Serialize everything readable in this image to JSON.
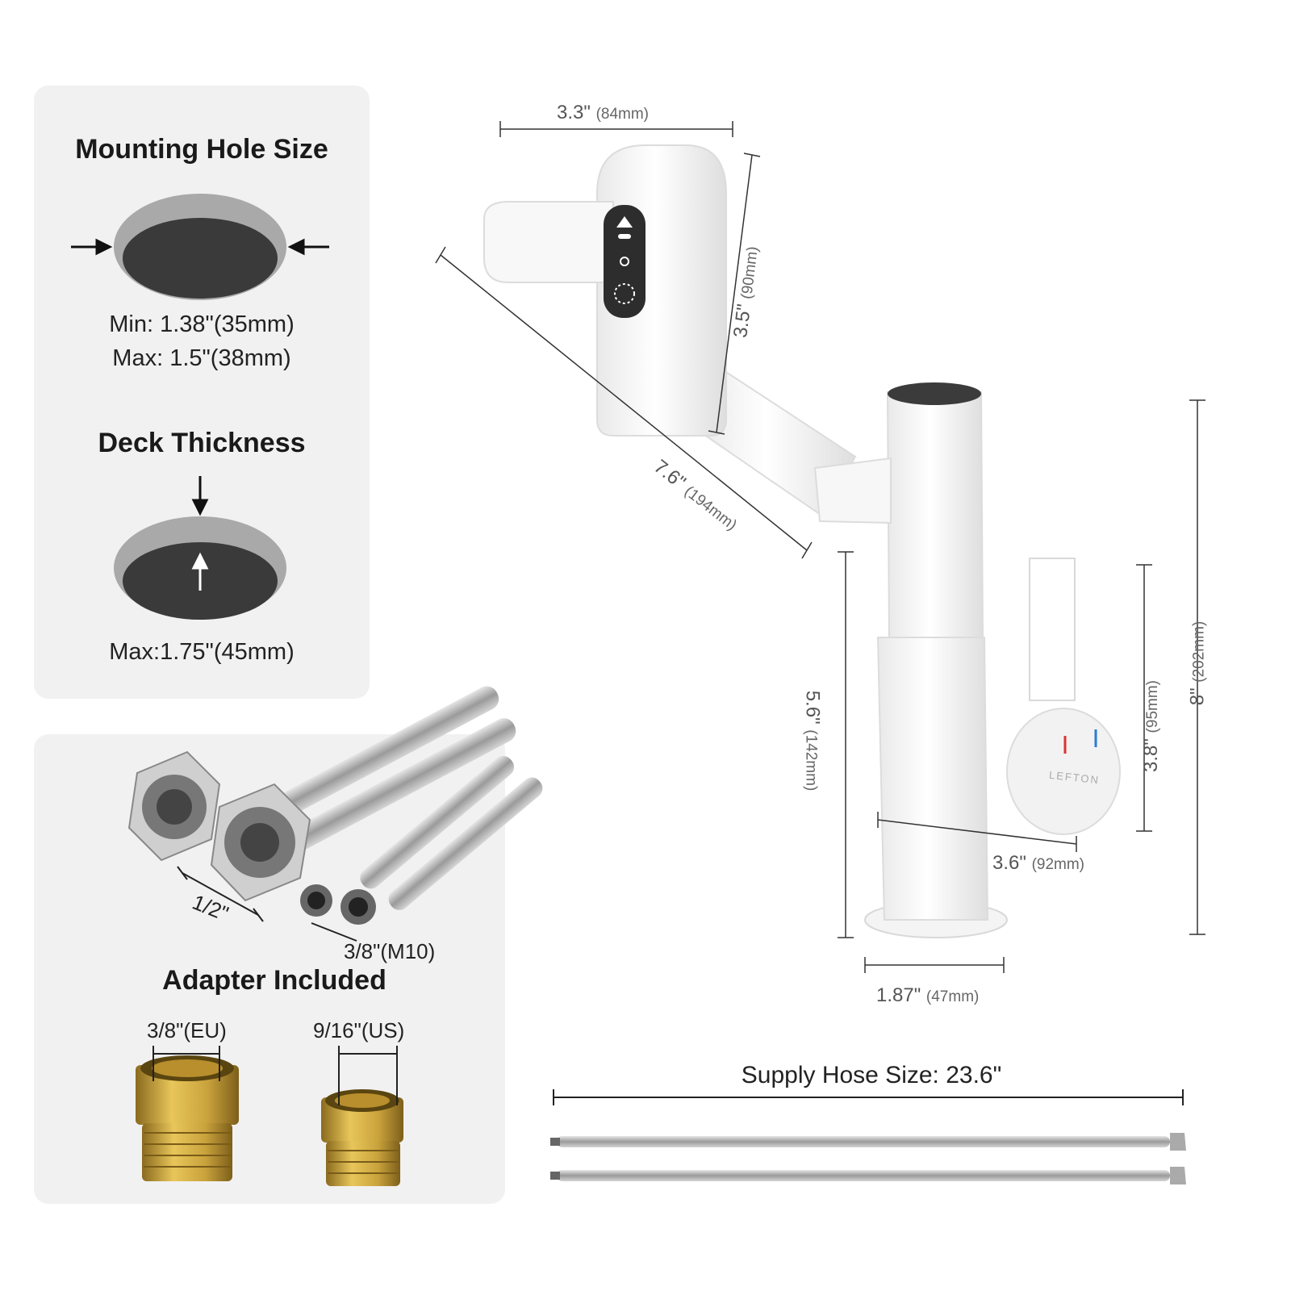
{
  "mounting": {
    "title": "Mounting Hole Size",
    "min": "Min: 1.38\"(35mm)",
    "max": "Max: 1.5\"(38mm)"
  },
  "deck": {
    "title": "Deck Thickness",
    "max": "Max:1.75\"(45mm)"
  },
  "fittings": {
    "half_inch": "1/2\"",
    "three_eighths": "3/8\"(M10)",
    "adapter_title": "Adapter Included",
    "adapter_eu": "3/8\"(EU)",
    "adapter_us": "9/16\"(US)"
  },
  "dimensions": {
    "spout_width": {
      "in": "3.3\"",
      "mm": "(84mm)"
    },
    "spout_height": {
      "in": "3.5\"",
      "mm": "(90mm)"
    },
    "arm_length": {
      "in": "7.6\"",
      "mm": "(194mm)"
    },
    "body_height": {
      "in": "5.6\"",
      "mm": "(142mm)"
    },
    "handle_height": {
      "in": "3.8\"",
      "mm": "(95mm)"
    },
    "total_height": {
      "in": "8\"",
      "mm": "(202mm)"
    },
    "reach": {
      "in": "3.6\"",
      "mm": "(92mm)"
    },
    "base_width": {
      "in": "1.87\"",
      "mm": "(47mm)"
    }
  },
  "brand": "LEFTON",
  "hose": {
    "label": "Supply Hose Size: 23.6\""
  },
  "colors": {
    "panel": "#f1f1f1",
    "hole_ring": "#a9a9a9",
    "hole_inner": "#3a3a3a",
    "faucet": "#ffffff",
    "brass": "#c9a23c"
  }
}
